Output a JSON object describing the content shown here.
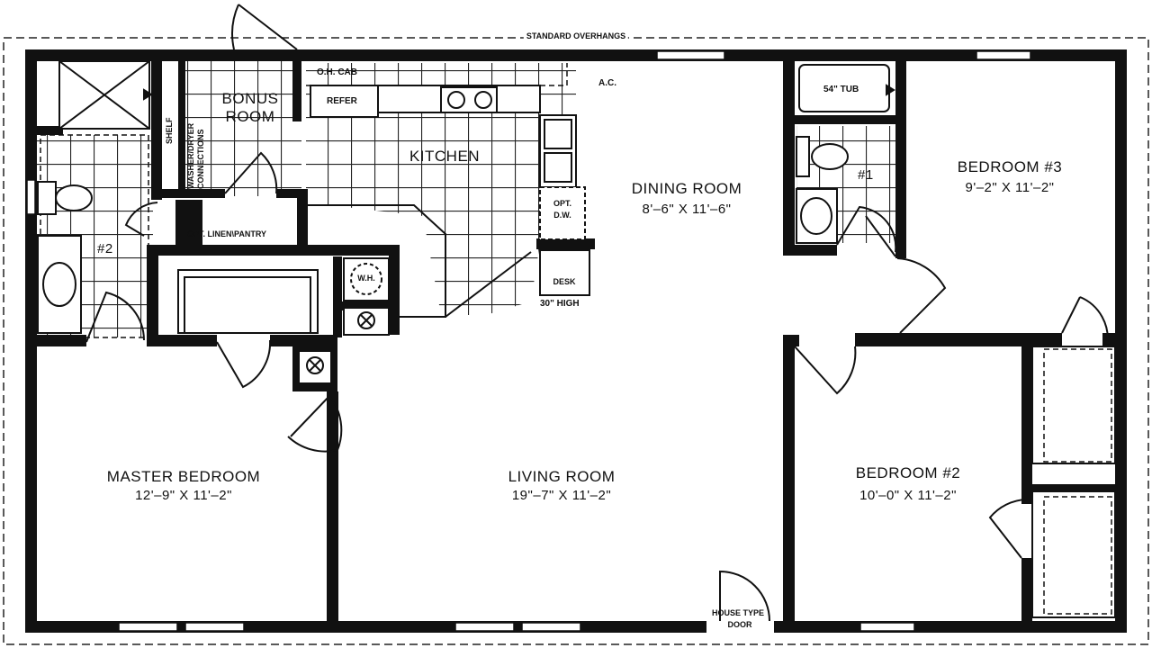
{
  "overhang_label": "STANDARD OVERHANGS",
  "rooms": {
    "master_bedroom": {
      "name": "MASTER BEDROOM",
      "dims": "12'–9\" X 11'–2\""
    },
    "living_room": {
      "name": "LIVING ROOM",
      "dims": "19\"–7\" X 11'–2\""
    },
    "bedroom_2": {
      "name": "BEDROOM #2",
      "dims": "10'–0\" X 11'–2\""
    },
    "bedroom_3": {
      "name": "BEDROOM #3",
      "dims": "9'–2\" X 11'–2\""
    },
    "dining_room": {
      "name": "DINING ROOM",
      "dims": "8'–6\" X 11'–6\""
    },
    "kitchen": {
      "name": "KITCHEN"
    },
    "bonus_room": {
      "line1": "BONUS",
      "line2": "ROOM"
    },
    "bath_1": {
      "name": "#1"
    },
    "bath_2": {
      "name": "#2"
    }
  },
  "fixtures": {
    "oh_cab": "O.H. CAB",
    "refer": "REFER",
    "ac": "A.C.",
    "opt_dw_1": "OPT.",
    "opt_dw_2": "D.W.",
    "desk": "DESK",
    "desk_height": "30\" HIGH",
    "wh": "W.H.",
    "linen_pantry": "OPT. LINEN\\PANTRY",
    "tub": "54\" TUB",
    "shelf": "SHELF",
    "washer_dryer": "WASHER/DRYER",
    "connections": "CONNECTIONS",
    "door_1": "HOUSE TYPE",
    "door_2": "DOOR"
  }
}
